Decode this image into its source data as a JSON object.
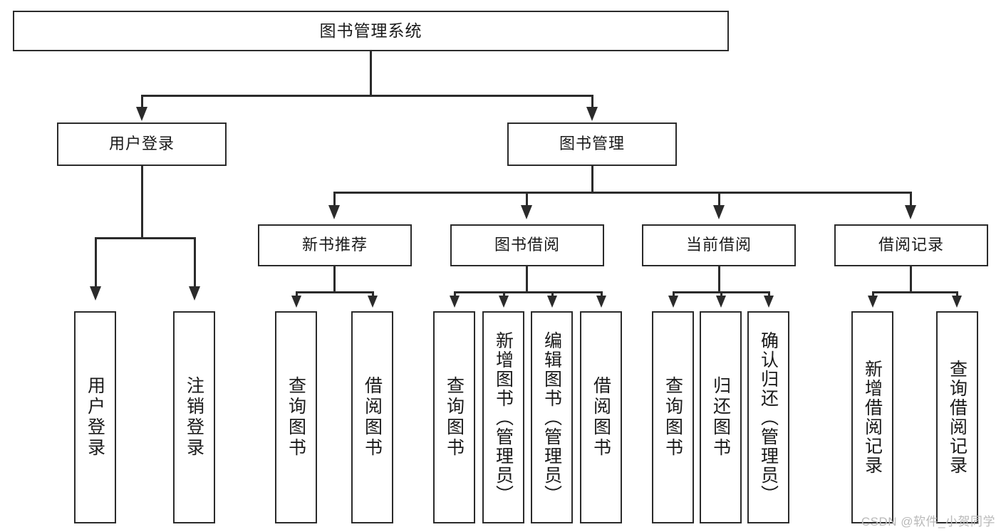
{
  "diagram": {
    "type": "tree-hierarchy",
    "title": "图书管理系统",
    "root": {
      "label": "图书管理系统"
    },
    "level2": [
      {
        "id": "user-login",
        "label": "用户登录"
      },
      {
        "id": "book-management",
        "label": "图书管理"
      }
    ],
    "level3": [
      {
        "id": "new-book-recommend",
        "label": "新书推荐",
        "parent": "book-management"
      },
      {
        "id": "book-borrow",
        "label": "图书借阅",
        "parent": "book-management"
      },
      {
        "id": "current-borrow",
        "label": "当前借阅",
        "parent": "book-management"
      },
      {
        "id": "borrow-record",
        "label": "借阅记录",
        "parent": "book-management"
      }
    ],
    "leaves": {
      "user_login": [
        {
          "id": "leaf-user-login",
          "label": "用户登录"
        },
        {
          "id": "leaf-user-logout",
          "label": "注销登录"
        }
      ],
      "new_book_recommend": [
        {
          "id": "leaf-query-book-1",
          "label": "查询图书"
        },
        {
          "id": "leaf-borrow-book-1",
          "label": "借阅图书"
        }
      ],
      "book_borrow": [
        {
          "id": "leaf-query-book-2",
          "label": "查询图书"
        },
        {
          "id": "leaf-add-book",
          "label": "新增图书（管理员）"
        },
        {
          "id": "leaf-edit-book",
          "label": "编辑图书（管理员）"
        },
        {
          "id": "leaf-borrow-book-2",
          "label": "借阅图书"
        }
      ],
      "current_borrow": [
        {
          "id": "leaf-query-book-3",
          "label": "查询图书"
        },
        {
          "id": "leaf-return-book",
          "label": "归还图书"
        },
        {
          "id": "leaf-confirm-return",
          "label": "确认归还（管理员）"
        }
      ],
      "borrow_record": [
        {
          "id": "leaf-add-record",
          "label": "新增借阅记录"
        },
        {
          "id": "leaf-query-record",
          "label": "查询借阅记录"
        }
      ]
    },
    "colors": {
      "stroke": "#2b2b2b",
      "text": "#1a1a1a",
      "background": "#ffffff",
      "watermark": "#b9b9b9"
    }
  },
  "watermark": {
    "text": "CSDN @软件_小贺同学"
  }
}
